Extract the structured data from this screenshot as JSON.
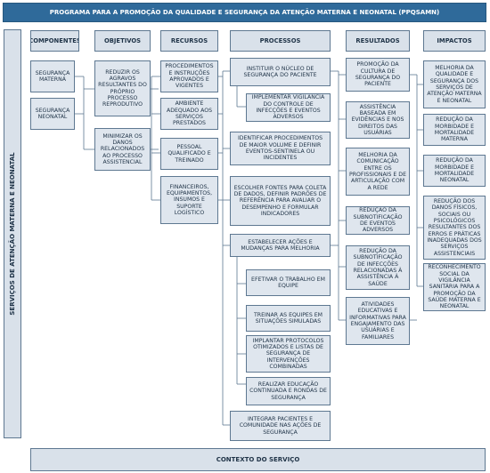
{
  "title": "PROGRAMA PARA A PROMOÇÃO DA QUALIDADE E SEGURANÇA DA ATENÇÃO MATERNA E NEONATAL (PPQSAMN)",
  "sidebar_label": "SERVIÇOS DE ATENÇÃO MATERNA E NEONATAL",
  "context_label": "CONTEXTO DO SERVIÇO",
  "headers": {
    "componentes": "COMPONENTES",
    "objetivos": "OBJETIVOS",
    "recursos": "RECURSOS",
    "processos": "PROCESSOS",
    "resultados": "RESULTADOS",
    "impactos": "IMPACTOS"
  },
  "componentes": [
    "SEGURANÇA MATERNA",
    "SEGURANÇA NEONATAL"
  ],
  "objetivos": [
    "REDUZIR OS AGRAVOS RESULTANTES DO PRÓPRIO PROCESSO REPRODUTIVO",
    "MINIMIZAR OS DANOS RELACIONADOS AO PROCESSO ASSISTENCIAL"
  ],
  "recursos": [
    "PROCEDIMENTOS E INSTRUÇÕES APROVADOS E VIGENTES",
    "AMBIENTE ADEQUADO AOS SERVIÇOS PRESTADOS",
    "PESSOAL QUALIFICADO E TREINADO",
    "FINANCEIROS, EQUIPAMENTOS, INSUMOS E SUPORTE LOGÍSTICO"
  ],
  "processos": [
    "INSTITUIR O NÚCLEO DE SEGURANÇA DO PACIENTE",
    "IMPLEMENTAR VIGILÂNCIA DO CONTROLE DE INFECÇÕES E EVENTOS ADVERSOS",
    "IDENTIFICAR PROCEDIMENTOS DE MAIOR VOLUME E DEFINIR EVENTOS-SENTINELA OU INCIDENTES",
    "ESCOLHER FONTES PARA COLETA DE DADOS, DEFINIR PADRÕES DE REFERÊNCIA PARA AVALIAR O DESEMPENHO E FORMULAR INDICADORES",
    "ESTABELECER AÇÕES E MUDANÇAS PARA MELHORIA",
    "EFETIVAR O TRABALHO EM EQUIPE",
    "TREINAR AS EQUIPES EM SITUAÇÕES SIMULADAS",
    "IMPLANTAR PROTOCOLOS OTIMIZADOS E LISTAS DE SEGURANÇA DE INTERVENÇÕES COMBINADAS",
    "REALIZAR EDUCAÇÃO CONTINUADA E RONDAS DE SEGURANÇA",
    "INTEGRAR PACIENTES E COMUNIDADE NAS AÇÕES DE SEGURANÇA"
  ],
  "resultados": [
    "PROMOÇÃO DA CULTURA DE SEGURANÇA DO PACIENTE",
    "ASSISTÊNCIA BASEADA EM EVIDÊNCIAS E NOS DIREITOS DAS USUÁRIAS",
    "MELHORIA DA COMUNICAÇÃO ENTRE OS PROFISSIONAIS E DE ARTICULAÇÃO COM A REDE",
    "REDUÇÃO DA SUBNOTIFICAÇÃO DE EVENTOS ADVERSOS",
    "REDUÇÃO DA SUBNOTIFICAÇÃO DE INFECÇÕES RELACIONADAS À ASSISTÊNCIA À SAÚDE",
    "ATIVIDADES EDUCATIVAS E INFORMATIVAS PARA ENGAJAMENTO DAS USUÁRIAS E FAMILIARES"
  ],
  "impactos": [
    "MELHORIA DA QUALIDADE E SEGURANÇA DOS SERVIÇOS DE ATENÇÃO MATERNA E NEONATAL",
    "REDUÇÃO DA MORBIDADE E MORTALIDADE MATERNA",
    "REDUÇÃO DA MORBIDADE E MORTALIDADE NEONATAL",
    "REDUÇÃO DOS DANOS FÍSICOS, SOCIAIS OU PSICOLÓGICOS RESULTANTES DOS ERROS E PRÁTICAS INADEQUADAS DOS SERVIÇOS ASSISTENCIAIS",
    "RECONHECIMENTO SOCIAL DA VIGILÂNCIA SANITÁRIA PARA A PROMOÇÃO DA SAÚDE MATERNA E NEONATAL"
  ],
  "colors": {
    "banner": "#2f6a9a",
    "box_fill": "#dfe6ee",
    "box_border": "#5e7891",
    "text": "#1f3347"
  }
}
